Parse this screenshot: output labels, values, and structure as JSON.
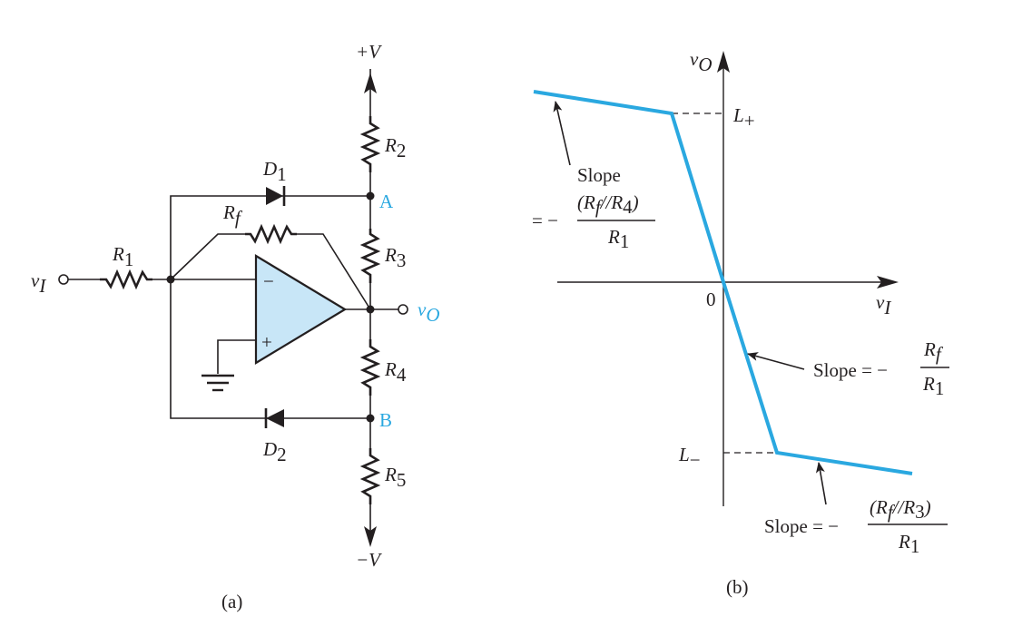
{
  "circuit": {
    "supply_pos": "+V",
    "supply_neg": "−V",
    "r1": {
      "main": "R",
      "sub": "1"
    },
    "r2": {
      "main": "R",
      "sub": "2"
    },
    "r3": {
      "main": "R",
      "sub": "3"
    },
    "r4": {
      "main": "R",
      "sub": "4"
    },
    "r5": {
      "main": "R",
      "sub": "5"
    },
    "rf": {
      "main": "R",
      "sub": "f"
    },
    "d1": {
      "main": "D",
      "sub": "1"
    },
    "d2": {
      "main": "D",
      "sub": "2"
    },
    "node_a": "A",
    "node_b": "B",
    "input": {
      "main": "v",
      "sub": "I"
    },
    "output": {
      "main": "v",
      "sub": "O"
    },
    "minus": "−",
    "plus": "+",
    "caption": "(a)",
    "colors": {
      "opamp_fill": "#c8e6f7",
      "accent": "#2aa8e0",
      "ink": "#231f20"
    }
  },
  "chart_data": {
    "type": "line",
    "caption": "(b)",
    "x_axis_label": {
      "main": "v",
      "sub": "I"
    },
    "y_axis_label": {
      "main": "v",
      "sub": "O"
    },
    "origin_label": "0",
    "l_plus": {
      "main": "L",
      "sub": "+"
    },
    "l_minus": {
      "main": "L",
      "sub": "−"
    },
    "curve_color": "#2aa8e0",
    "annotations": {
      "top": {
        "line1": "Slope",
        "prefix": "= −",
        "numerator": "(R_f//R_4)",
        "num_parts": [
          "(R",
          "f",
          "//R",
          "4",
          ")"
        ],
        "denominator": "R_1",
        "den_parts": [
          "R",
          "1"
        ]
      },
      "middle": {
        "prefix": "Slope  =  −",
        "numerator": "R_f",
        "num_parts": [
          "R",
          "f"
        ],
        "denominator": "R_1",
        "den_parts": [
          "R",
          "1"
        ]
      },
      "bottom": {
        "prefix": "Slope  =  −",
        "numerator": "(R_f//R_3)",
        "num_parts": [
          "(R",
          "f",
          "//R",
          "3",
          ")"
        ],
        "denominator": "R_1",
        "den_parts": [
          "R",
          "1"
        ]
      }
    }
  }
}
